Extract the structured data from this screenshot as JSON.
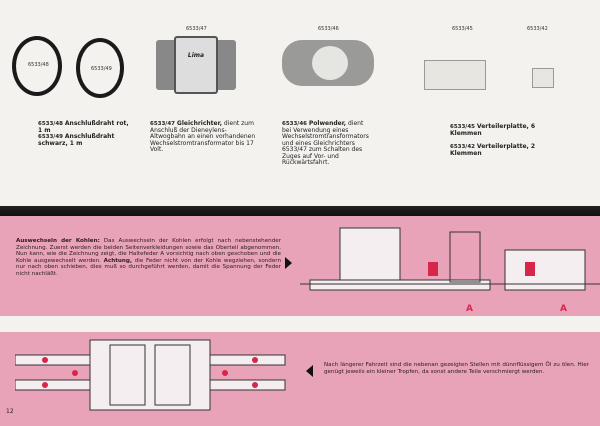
{
  "products": [
    {
      "image_label": "6533/48"
    },
    {
      "image_label": "6533/49"
    },
    {
      "image_label": "6533/47"
    },
    {
      "image_label": "6533/46"
    },
    {
      "image_label": "6533/45"
    },
    {
      "image_label": "6533/42"
    }
  ],
  "captions": {
    "c48_code": "6533/48",
    "c48_text": "Anschlußdraht rot, 1 m",
    "c49_code": "6533/49",
    "c49_text": "Anschlußdraht schwarz, 1 m",
    "c47_code": "6533/47",
    "c47_title": "Gleichrichter,",
    "c47_text": "dient zum Anschluß der Dieneylens-Altwogbahn an einen vorhandenen Wechselstromtransformator bis 17 Volt.",
    "c46_code": "6533/46",
    "c46_title": "Polwender,",
    "c46_text": "dient bei Verwendung eines Wechselstromtransformators und eines Gleichrichters 6533/47 zum Schalten des Zuges auf Vor- und Rückwärtsfahrt.",
    "c45_code": "6533/45",
    "c45_text": "Verteilerplatte, 6 Klemmen",
    "c42_code": "6533/42",
    "c42_text": "Verteilerplatte, 2 Klemmen"
  },
  "device_brand": "Lima",
  "carbon": {
    "title": "Auswechseln der Kohlen:",
    "text": "Das Auswechseln der Kohlen erfolgt nach nebenstehender Zeichnung. Zuerst werden die beiden Seitenverkleidungen sowie das Oberteil abgenommen. Nun kann, wie die Zeichnung zeigt, die Haltefeder A vorsichtig nach oben geschoben und die Kohle ausgewechselt werden.",
    "warn_title": "Achtung,",
    "warn_text": "die Feder nicht von der Kohle wegziehen, sondern nur nach oben schieben, dies muß so durchgeführt werden, damit die Spannung der Feder nicht nachläßt."
  },
  "diagram_labels": {
    "a1": "A",
    "a2": "A"
  },
  "oil": {
    "text": "Nach längerer Fahrzeit sind die nebenan gezeigten Stellen mit dünnflüssigem Öl zu ölen. Hier genügt jeweils ein kleiner Tropfen, da sonst andere Teile verschmiergt werden."
  },
  "page_number": "12",
  "colors": {
    "pink": "#e9a3b8",
    "accent_red": "#d8264a"
  }
}
